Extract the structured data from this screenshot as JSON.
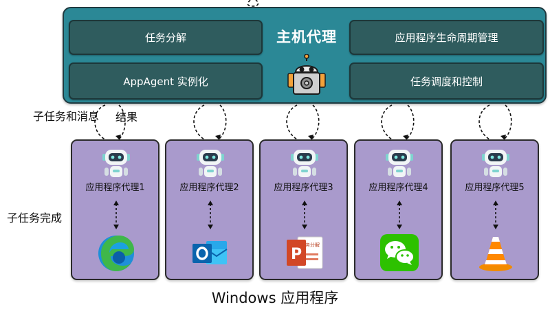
{
  "host": {
    "title": "主机代理",
    "tasks": [
      {
        "label": "任务分解"
      },
      {
        "label": "AppAgent 实例化"
      },
      {
        "label": "应用程序生命周期管理"
      },
      {
        "label": "任务调度和控制"
      }
    ]
  },
  "side_labels": {
    "subtask_message": "子任务和消息",
    "result": "结果",
    "subtask_done": "子任务完成"
  },
  "apps": [
    {
      "label": "应用程序代理1",
      "icon": "edge-icon"
    },
    {
      "label": "应用程序代理2",
      "icon": "outlook-icon"
    },
    {
      "label": "应用程序代理3",
      "icon": "powerpoint-icon",
      "icon_text": "任务分解"
    },
    {
      "label": "应用程序代理4",
      "icon": "wechat-icon"
    },
    {
      "label": "应用程序代理5",
      "icon": "vlc-icon"
    }
  ],
  "footer": "Windows 应用程序",
  "colors": {
    "host_bg": "#2b8896",
    "task_bg": "#2f5c5e",
    "app_bg": "#a99acc"
  }
}
